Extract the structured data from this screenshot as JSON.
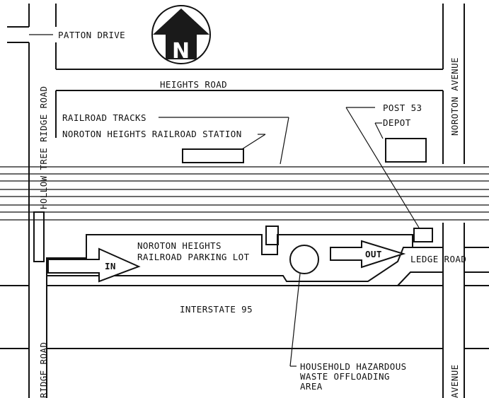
{
  "map": {
    "streets": {
      "patton_drive": "PATTON DRIVE",
      "heights_road": "HEIGHTS ROAD",
      "hollow_tree_ridge_road": "HOLLOW TREE RIDGE ROAD",
      "ridge_road_lower": "RIDGE ROAD",
      "noroton_avenue": "NOROTON AVENUE",
      "avenue_lower": "AVENUE",
      "ledge_road": "LEDGE ROAD",
      "interstate_95": "INTERSTATE 95"
    },
    "features": {
      "railroad_tracks": "RAILROAD TRACKS",
      "railroad_station": "NOROTON HEIGHTS RAILROAD STATION",
      "post_53": "POST 53",
      "depot": "DEPOT",
      "parking_lot_line1": "NOROTON HEIGHTS",
      "parking_lot_line2": "RAILROAD PARKING LOT",
      "hazardous_line1": "HOUSEHOLD HAZARDOUS",
      "hazardous_line2": "WASTE OFFLOADING",
      "hazardous_line3": "AREA"
    },
    "arrows": {
      "in": "IN",
      "out": "OUT"
    },
    "compass": {
      "north_letter": "N"
    }
  }
}
